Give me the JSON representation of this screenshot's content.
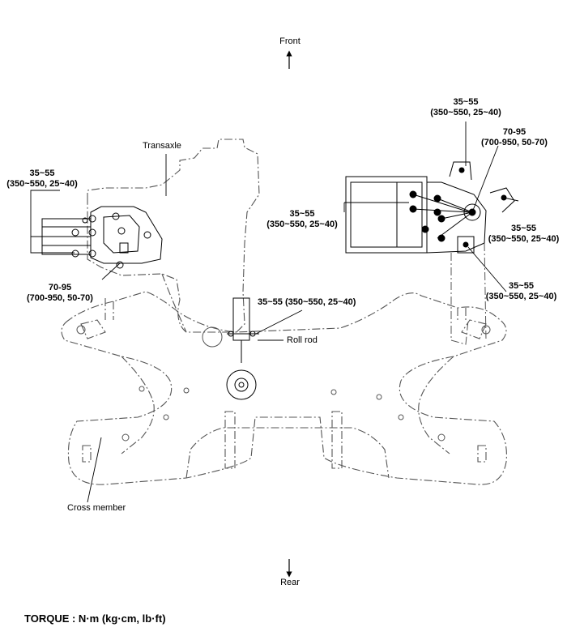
{
  "direction": {
    "front": "Front",
    "rear": "Rear"
  },
  "components": {
    "transaxle": "Transaxle",
    "roll_rod": "Roll rod",
    "cross_member": "Cross member"
  },
  "torques": {
    "t35_55": "35~55",
    "t35_55_detail": "(350~550, 25~40)",
    "t70_95": "70-95",
    "t70_95_detail": "(700-950, 50-70)",
    "rollrod_torque": "35~55 (350~550, 25~40)"
  },
  "footer": {
    "torque_units": "TORQUE : N·m (kg·cm, lb·ft)"
  },
  "colors": {
    "line": "#000000",
    "background": "#ffffff"
  }
}
